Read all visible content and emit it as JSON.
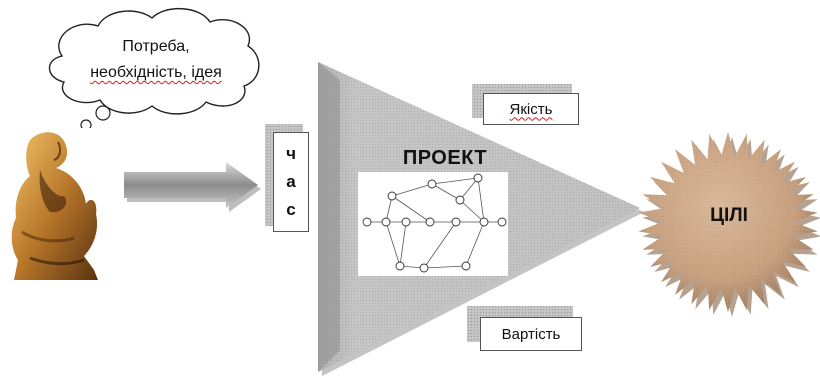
{
  "idea_cloud": {
    "line1": "Потреба,",
    "line2": "необхідність, ідея"
  },
  "time_label": [
    "ч",
    "а",
    "с"
  ],
  "quality_label": "Якість",
  "cost_label": "Вартість",
  "project_title": "ПРОЕКТ",
  "goals_label": "ЦІЛІ",
  "colors": {
    "triangle": "#b4b4b4",
    "arrow": "#9a9a9a",
    "star": "#c9966a",
    "box_shadow": "#9c9c9c"
  },
  "icons": {
    "thinker": "thinker-statue-image",
    "network": "network-graph-image"
  }
}
